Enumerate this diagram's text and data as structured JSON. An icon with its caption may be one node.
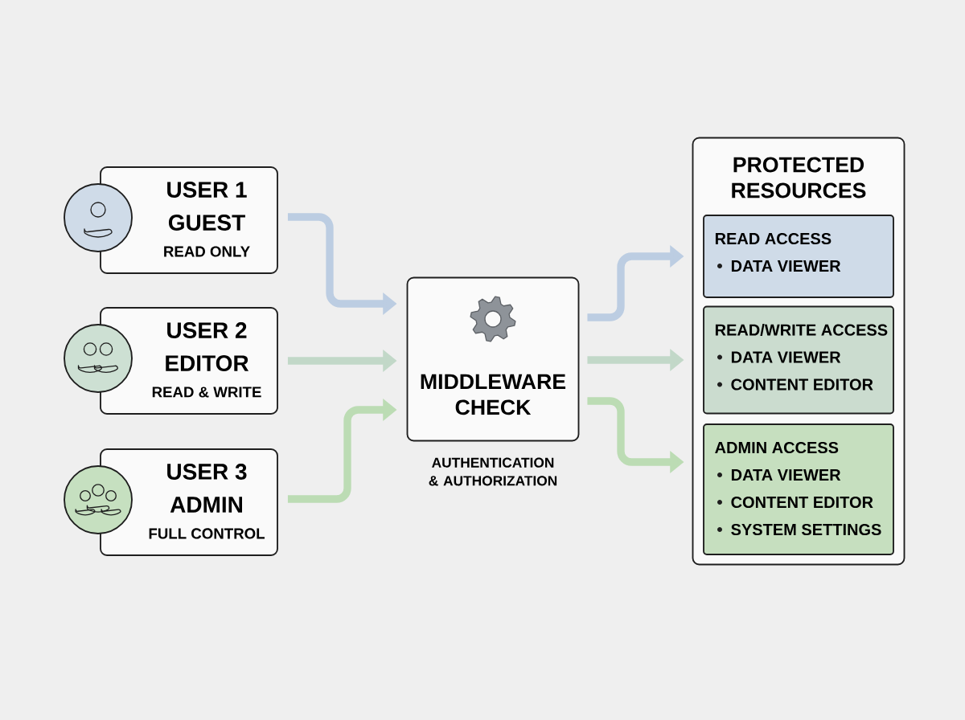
{
  "diagram": {
    "nodes": [
      {
        "text": [
          "USER 1",
          "GUEST",
          "READ ONLY"
        ]
      },
      {
        "text": [
          "USER 2",
          "EDITOR",
          "READ & WRITE"
        ]
      },
      {
        "text": [
          "USER 3",
          "ADMIN",
          "FULL CONTROL"
        ]
      },
      {
        "text": [
          "MIDDLEWARE CHECK"
        ],
        "beside": [
          "AUTHENTICATION & AUTHORIZATION"
        ]
      },
      {
        "text": [
          "PROTECTED RESOURCES"
        ]
      },
      {
        "text": [
          "READ ACCESS",
          "DATA VIEWER"
        ],
        "in": 4
      },
      {
        "text": [
          "READ/WRITE ACCESS",
          "DATA VIEWER",
          "CONTENT EDITOR"
        ],
        "in": 4
      },
      {
        "text": [
          "ADMIN ACCESS",
          "DATA VIEWER",
          "CONTENT EDITOR",
          "SYSTEM SETTINGS"
        ],
        "in": 4
      }
    ],
    "edges": [
      {
        "from": 0,
        "to": 3,
        "arrow": "to",
        "color": "#bccde2"
      },
      {
        "from": 1,
        "to": 3,
        "arrow": "to",
        "color": "#c2d8c8"
      },
      {
        "from": 2,
        "to": 3,
        "arrow": "to",
        "color": "#bcdcb4"
      },
      {
        "from": 3,
        "to": 5,
        "arrow": "to",
        "color": "#bccde2"
      },
      {
        "from": 3,
        "to": 6,
        "arrow": "to",
        "color": "#c2d8c8"
      },
      {
        "from": 3,
        "to": 7,
        "arrow": "to",
        "color": "#bcdcb4"
      }
    ]
  }
}
